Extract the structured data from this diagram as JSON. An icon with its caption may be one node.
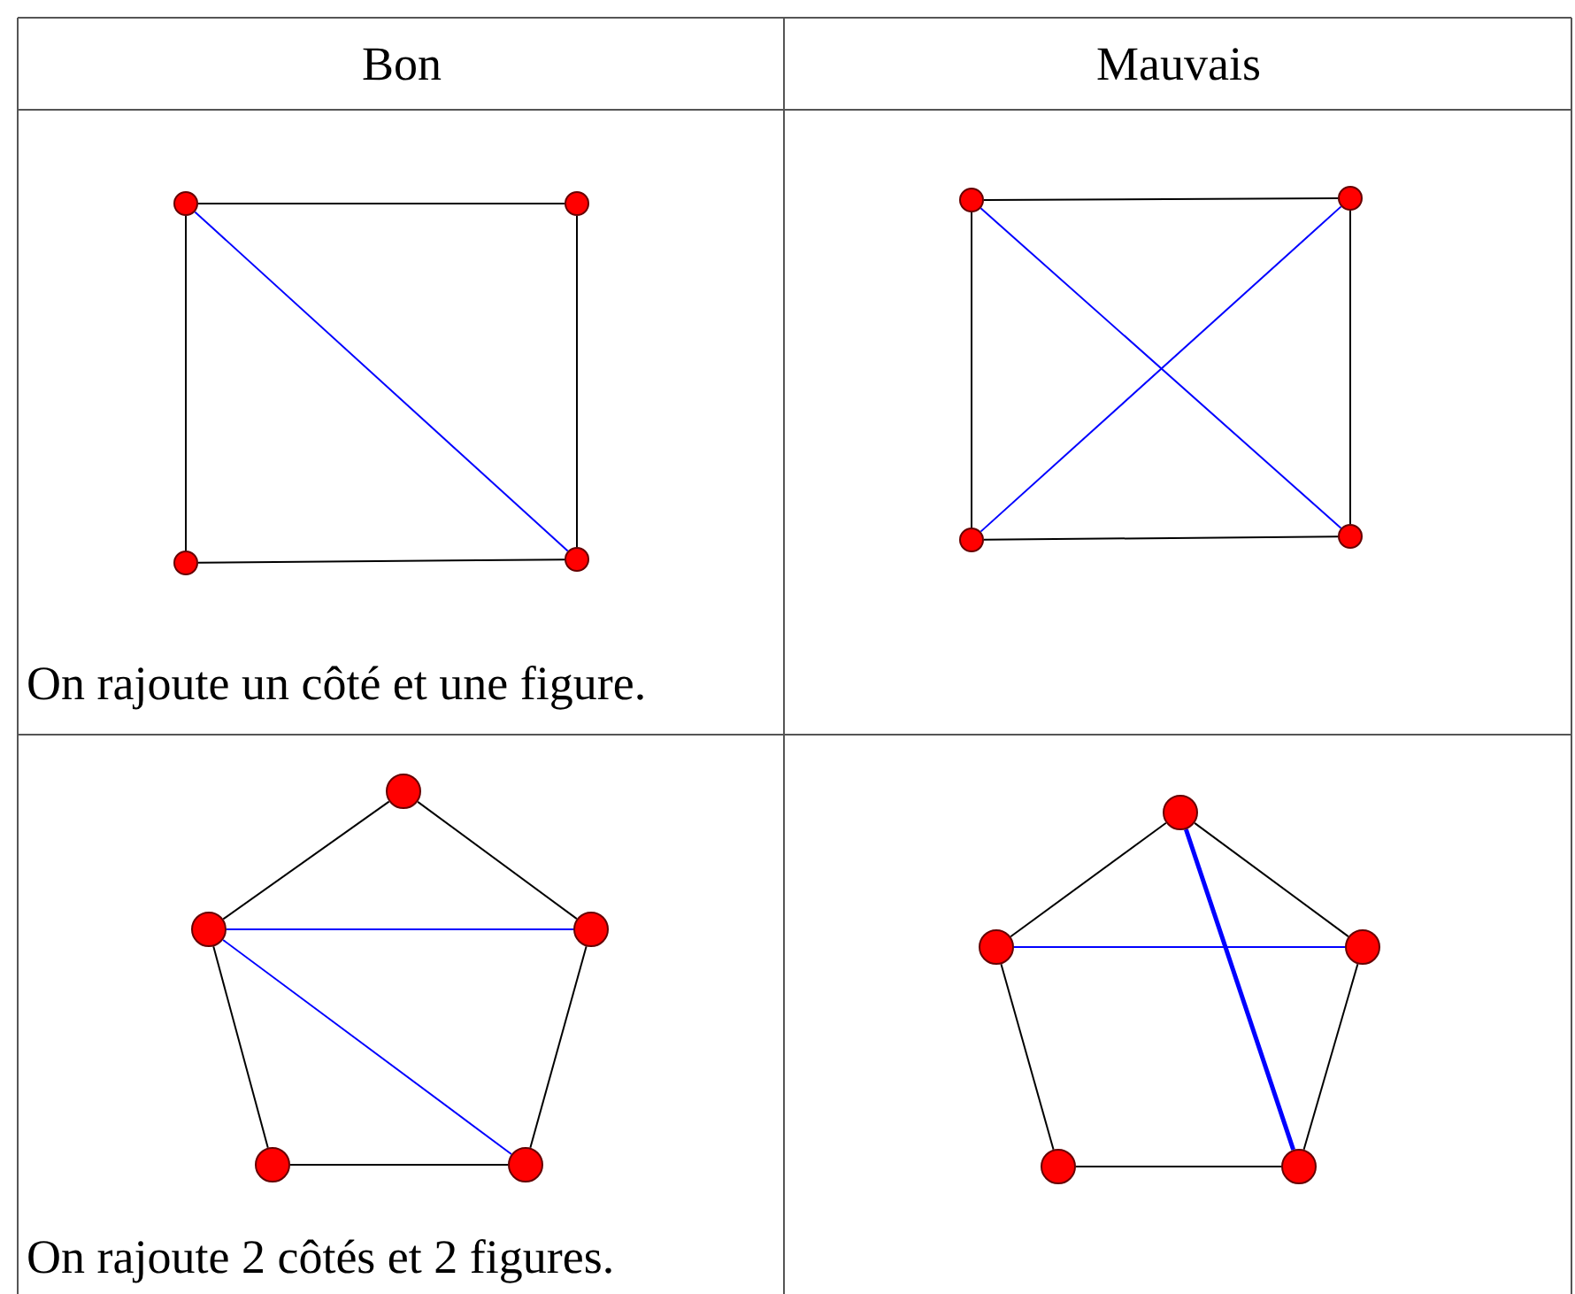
{
  "diagram": {
    "nodes": [
      {
        "text": [],
        "shape": "circle"
      },
      {
        "text": [],
        "shape": "circle"
      },
      {
        "text": [],
        "shape": "circle"
      },
      {
        "text": [],
        "shape": "circle"
      },
      {
        "text": [],
        "shape": "circle"
      },
      {
        "text": [],
        "shape": "circle"
      },
      {
        "text": [],
        "shape": "circle"
      },
      {
        "text": [],
        "shape": "circle"
      },
      {
        "text": [],
        "shape": "circle"
      },
      {
        "text": [],
        "shape": "circle"
      },
      {
        "text": [],
        "shape": "circle"
      },
      {
        "text": [],
        "shape": "circle"
      },
      {
        "text": [],
        "shape": "circle"
      },
      {
        "text": [],
        "shape": "circle"
      },
      {
        "text": [],
        "shape": "circle"
      },
      {
        "text": [],
        "shape": "circle"
      },
      {
        "text": [],
        "shape": "circle"
      },
      {
        "text": [],
        "shape": "circle"
      }
    ],
    "edges": [
      {
        "from": 0,
        "to": 1,
        "arrow": "none"
      },
      {
        "from": 1,
        "to": 3,
        "arrow": "none"
      },
      {
        "from": 3,
        "to": 2,
        "arrow": "none"
      },
      {
        "from": 2,
        "to": 0,
        "arrow": "none"
      },
      {
        "from": 0,
        "to": 3,
        "arrow": "none",
        "color": "#0000ff"
      },
      {
        "from": 4,
        "to": 5,
        "arrow": "none"
      },
      {
        "from": 5,
        "to": 7,
        "arrow": "none"
      },
      {
        "from": 7,
        "to": 6,
        "arrow": "none"
      },
      {
        "from": 6,
        "to": 4,
        "arrow": "none"
      },
      {
        "from": 4,
        "to": 7,
        "arrow": "none",
        "color": "#0000ff"
      },
      {
        "from": 5,
        "to": 6,
        "arrow": "none",
        "color": "#0000ff"
      },
      {
        "from": 8,
        "to": 9,
        "arrow": "none"
      },
      {
        "from": 8,
        "to": 10,
        "arrow": "none"
      },
      {
        "from": 9,
        "to": 11,
        "arrow": "none"
      },
      {
        "from": 10,
        "to": 12,
        "arrow": "none"
      },
      {
        "from": 11,
        "to": 12,
        "arrow": "none"
      },
      {
        "from": 9,
        "to": 10,
        "arrow": "none",
        "color": "#0000ff"
      },
      {
        "from": 9,
        "to": 12,
        "arrow": "none",
        "color": "#0000ff"
      },
      {
        "from": 13,
        "to": 14,
        "arrow": "none"
      },
      {
        "from": 13,
        "to": 15,
        "arrow": "none"
      },
      {
        "from": 14,
        "to": 16,
        "arrow": "none"
      },
      {
        "from": 15,
        "to": 17,
        "arrow": "none"
      },
      {
        "from": 16,
        "to": 17,
        "arrow": "none"
      },
      {
        "from": 14,
        "to": 15,
        "arrow": "none",
        "color": "#0000ff"
      },
      {
        "from": 13,
        "to": 17,
        "arrow": "none",
        "style": "thick",
        "color": "#0000ff"
      }
    ],
    "labels": [
      "Bon",
      "Mauvais",
      "On rajoute un côté et une figure.",
      "On rajoute 2 côtés et 2 figures."
    ]
  }
}
